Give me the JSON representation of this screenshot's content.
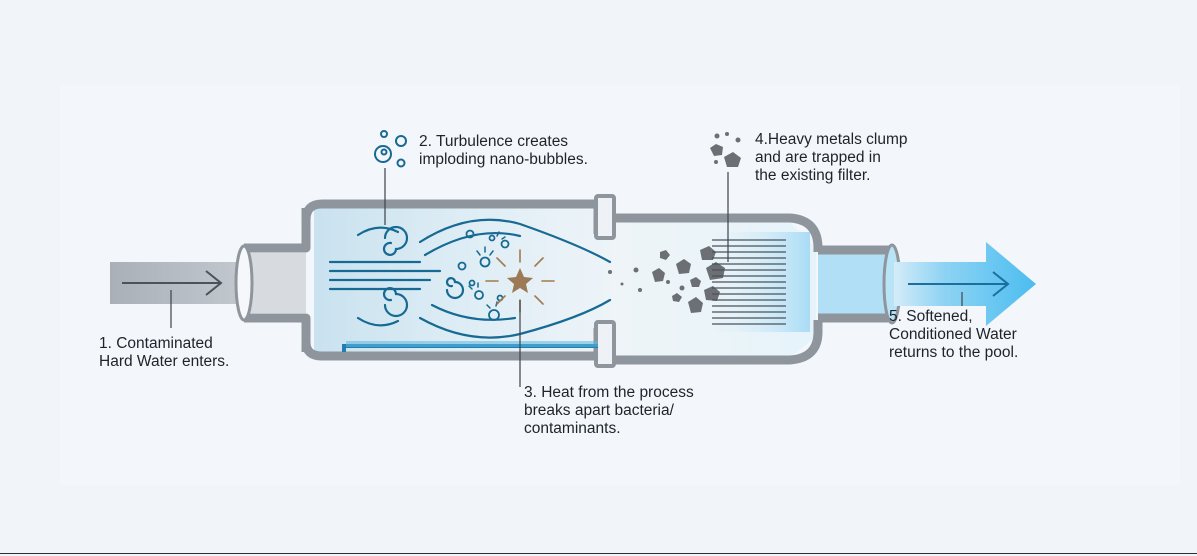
{
  "steps": [
    {
      "number": "1",
      "lines": [
        "1. Contaminated",
        "Hard Water enters."
      ]
    },
    {
      "number": "2",
      "lines": [
        "2. Turbulence creates",
        "imploding nano-bubbles."
      ]
    },
    {
      "number": "3",
      "lines": [
        "3. Heat from the process",
        "breaks apart bacteria/",
        "contaminants."
      ]
    },
    {
      "number": "4",
      "lines": [
        "4.Heavy metals clump",
        "and are trapped in",
        "the existing filter."
      ]
    },
    {
      "number": "5",
      "lines": [
        "5. Softened,",
        "Conditioned Water",
        "returns to the pool."
      ]
    }
  ],
  "icons": {
    "bubbles": "bubbles-icon",
    "rocks": "rocks-icon",
    "burst": "heat-burst-icon"
  },
  "colors": {
    "background": "#f1f4f9",
    "housing": "#8e959d",
    "water_blue": "#176a93",
    "output_arrow": "#56c3ef",
    "heat": "#a07a4f",
    "debris": "#6c7075",
    "text": "#1d242c"
  }
}
